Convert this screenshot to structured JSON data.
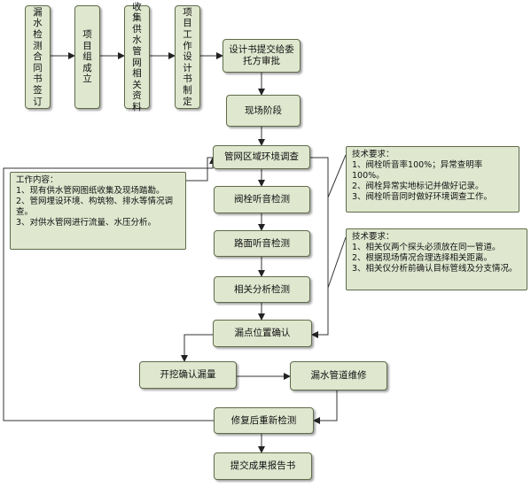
{
  "top_row": [
    {
      "id": "contract",
      "text": "漏水检测合同书签订"
    },
    {
      "id": "team",
      "text": "项目组成立"
    },
    {
      "id": "collect",
      "text": "收集供水管网相关资料"
    },
    {
      "id": "plan",
      "text": "项目工作设计书制定"
    }
  ],
  "steps": {
    "submit": [
      "设计书提交给委",
      "托方审批"
    ],
    "site": "现场阶段",
    "survey": "管网区域环境调查",
    "valve": "阀栓听音检测",
    "road": "路面听音检测",
    "corr": "相关分析检测",
    "confirm": "漏点位置确认",
    "excavate": "开挖确认漏量",
    "repair": "漏水管道维修",
    "recheck": "修复后重新检测",
    "report": "提交成果报告书"
  },
  "notes": {
    "work": {
      "title": "工作内容：",
      "lines": [
        "1、现有供水管网图纸收集及现场踏勘。",
        "2、管网埋设环境、构筑物、排水等情况调查。",
        "3、对供水管网进行流量、水压分析。"
      ]
    },
    "tech1": {
      "title": "技术要求：",
      "lines": [
        "1、阀栓听音率100%；异常查明率100%。",
        "2、阀栓异常实地标记并做好记录。",
        "3、阀栓听音同时做好环境调查工作。"
      ]
    },
    "tech2": {
      "title": "技术要求：",
      "lines": [
        "1、相关仪两个探头必须放在同一管道。",
        "2、根据现场情况合理选择相关距离。",
        "3、相关仪分析前确认目标管线及分支情况。"
      ]
    }
  }
}
